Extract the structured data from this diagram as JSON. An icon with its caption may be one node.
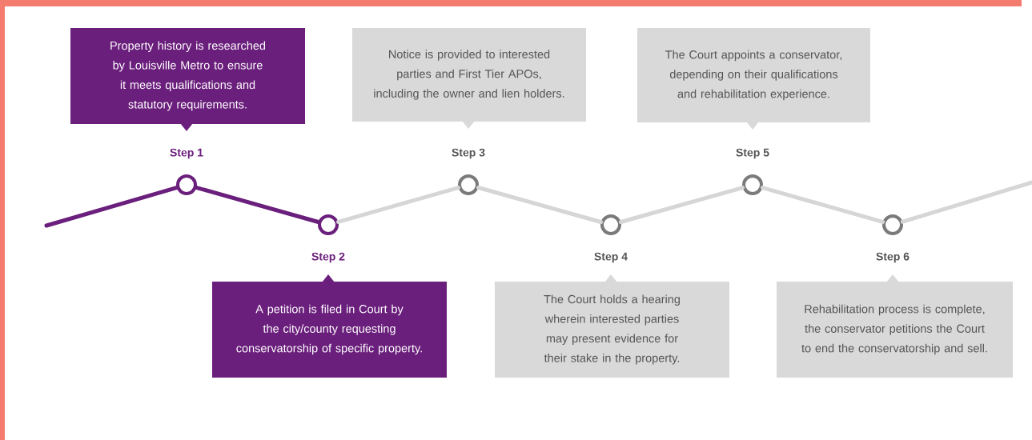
{
  "diagram": {
    "nodes": [
      {
        "text": [
          "Property history is researched by Louisville Metro to ensure it meets qualifications and statutory requirements."
        ]
      },
      {
        "text": [],
        "shape": "circle",
        "beside": [
          "Step 1"
        ]
      },
      {
        "text": [
          "A petition is filed in Court by the city/county requesting conservatorship of specific property."
        ]
      },
      {
        "text": [],
        "shape": "circle",
        "beside": [
          "Step 2"
        ]
      },
      {
        "text": [
          "Notice is provided to interested parties and First Tier APOs, including the owner and lien holders."
        ]
      },
      {
        "text": [],
        "shape": "circle",
        "beside": [
          "Step 3"
        ]
      },
      {
        "text": [
          "The Court holds a hearing wherein interested parties may present evidence for their stake in the property."
        ]
      },
      {
        "text": [],
        "shape": "circle",
        "beside": [
          "Step 4"
        ]
      },
      {
        "text": [
          "The Court appoints a conservator, depending on their qualifications and rehabilitation experience."
        ]
      },
      {
        "text": [],
        "shape": "circle",
        "beside": [
          "Step 5"
        ]
      },
      {
        "text": [
          "Rehabilitation process is complete, the conservator petitions the Court to end the conservatorship and sell."
        ]
      },
      {
        "text": [],
        "shape": "circle",
        "beside": [
          "Step 6"
        ]
      }
    ],
    "edges": [
      {
        "from": null,
        "to": 1,
        "arrow": "none",
        "color": "#6b1f7c"
      },
      {
        "from": 1,
        "to": 3,
        "arrow": "none",
        "color": "#6b1f7c"
      },
      {
        "from": 3,
        "to": 5,
        "arrow": "none"
      },
      {
        "from": 5,
        "to": 7,
        "arrow": "none"
      },
      {
        "from": 7,
        "to": 9,
        "arrow": "none"
      },
      {
        "from": 9,
        "to": 11,
        "arrow": "none"
      },
      {
        "from": 11,
        "to": null,
        "arrow": "none"
      }
    ]
  }
}
